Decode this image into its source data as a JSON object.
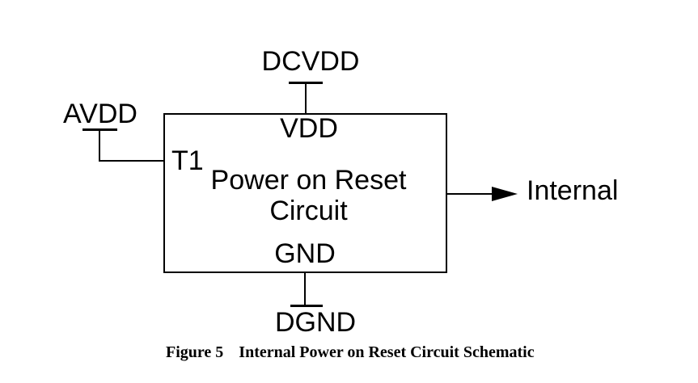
{
  "figure": {
    "caption_label": "Figure 5",
    "caption_title": "Internal Power on Reset Circuit Schematic"
  },
  "diagram": {
    "block": {
      "title_line1": "Power on Reset",
      "title_line2": "Circuit",
      "pin_top": "VDD",
      "pin_left": "T1",
      "pin_bottom": "GND"
    },
    "nets": {
      "top_supply": "DCVDD",
      "left_supply": "AVDD",
      "bottom_ground": "DGND",
      "output": "Internal"
    },
    "colors": {
      "line": "#000000",
      "text": "#000000",
      "background": "#ffffff"
    }
  }
}
